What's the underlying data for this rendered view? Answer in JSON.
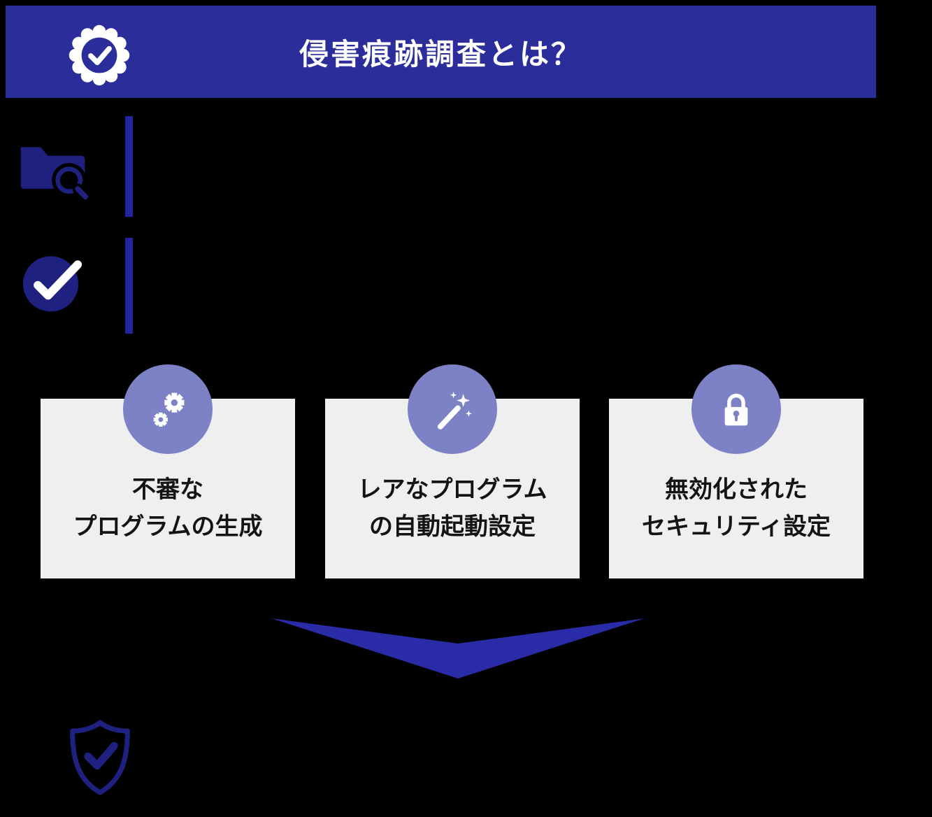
{
  "header": {
    "title": "侵害痕跡調査とは？",
    "badge_icon": "certificate-check-badge-icon",
    "bg_color": "#2b2d9b"
  },
  "timeline_icons": [
    {
      "name": "folder-search-icon"
    },
    {
      "name": "check-circle-icon"
    }
  ],
  "cards": [
    {
      "icon": "gears-icon",
      "lines": [
        "不審な",
        "プログラムの生成"
      ]
    },
    {
      "icon": "magic-wand-icon",
      "lines": [
        "レアなプログラム",
        "の自動起動設定"
      ]
    },
    {
      "icon": "padlock-icon",
      "lines": [
        "無効化された",
        "セキュリティ設定"
      ]
    }
  ],
  "flow": {
    "arrow_icon": "down-arrow-icon"
  },
  "footer": {
    "icon": "shield-check-icon"
  },
  "colors": {
    "header_blue": "#2b2d9b",
    "deep_blue": "#1f2181",
    "arrow_blue": "#2a2ba6",
    "accent_purple": "#7d81c5",
    "card_bg": "#efefef",
    "card_text": "#141414",
    "background": "#000000"
  }
}
